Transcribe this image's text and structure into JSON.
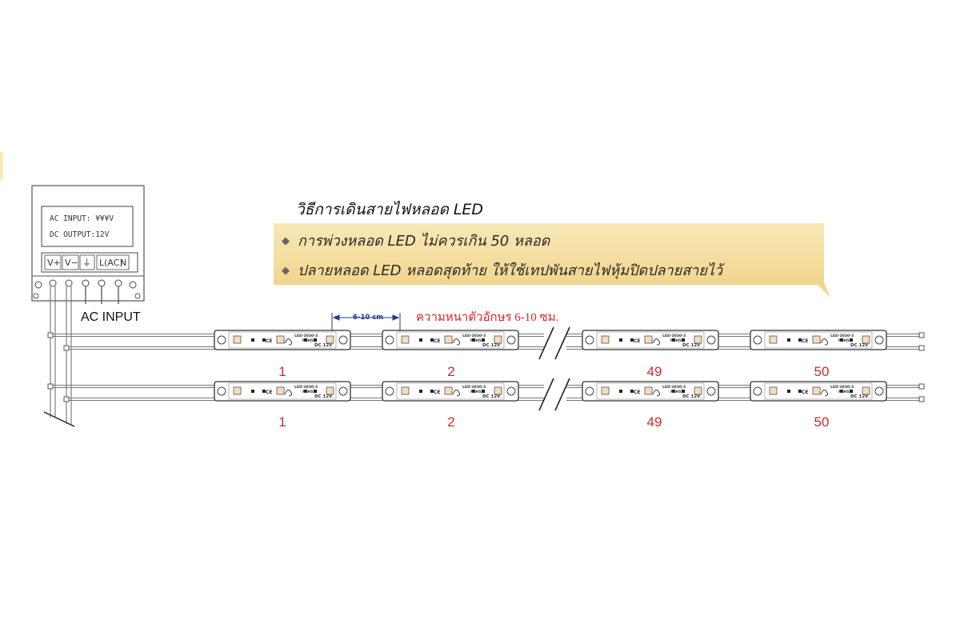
{
  "title": "วิธีการเดินสายไฟหลอด LED",
  "notes": [
    "การพ่วงหลอด LED ไม่ควรเกิน 50 หลอด",
    "ปลายหลอด LED หลอดสุดท้าย ให้ใช้เทปพันสายไฟหุ้มปิดปลายสายไว้"
  ],
  "bullet_glyph": "◆",
  "power_supply": {
    "input_label": "AC INPUT: ¥¥¥V",
    "output_label": "DC OUTPUT:12V",
    "terminals": [
      "V+",
      "V−",
      "⏚",
      "L(AC)",
      "N"
    ]
  },
  "ac_input_label": "AC INPUT",
  "spacing_label": "6-10 cm",
  "thickness_label": "ความหนาตัวอักษร 6-10 ซม.",
  "rows": [
    {
      "module_numbers": [
        "1",
        "2",
        "49",
        "50"
      ]
    },
    {
      "module_numbers": [
        "1",
        "2",
        "49",
        "50"
      ]
    }
  ],
  "module": {
    "model_text": "LED-3030-3",
    "dc_text": "DC 12V",
    "ce_text": "CE",
    "rohs_text": "RoHS"
  },
  "colors": {
    "callout_bg": "#f6e2a6",
    "callout_bottom": "#f0cf7c",
    "accent_red": "#d8262c",
    "dimension_blue": "#233a8a",
    "led_chip": "#f4ddb8"
  }
}
